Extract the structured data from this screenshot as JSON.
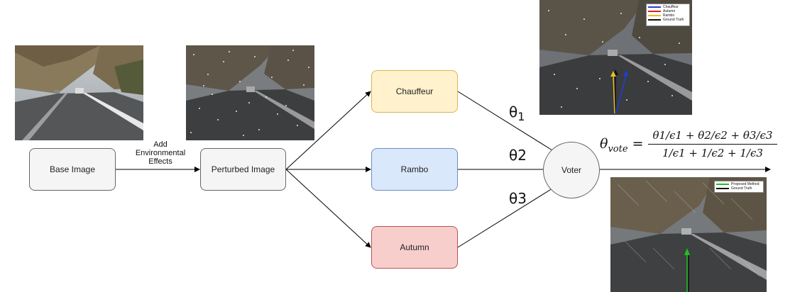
{
  "nodes": {
    "base": "Base Image",
    "perturbed": "Perturbed Image",
    "chauffeur": "Chauffeur",
    "rambo": "Rambo",
    "autumn": "Autumn",
    "voter": "Voter"
  },
  "edge_label": {
    "line1": "Add",
    "line2": "Environmental",
    "line3": "Effects"
  },
  "thetas": {
    "t1": "θ",
    "t1_sub": "1",
    "t2": "θ2",
    "t3": "θ3"
  },
  "formula": {
    "lhs": "θ",
    "lhs_sub": "vote",
    "numerator": "θ1/ϵ1 + θ2/ϵ2 + θ3/ϵ3",
    "denominator": "1/ϵ1 + 1/ϵ2 + 1/ϵ3"
  },
  "legend_top": {
    "items": [
      {
        "label": "Chauffeur",
        "color": "#1f3fd6"
      },
      {
        "label": "Autumn",
        "color": "#d62020"
      },
      {
        "label": "Rambo",
        "color": "#e8c020"
      },
      {
        "label": "Ground Truth",
        "color": "#111111"
      }
    ]
  },
  "legend_bottom": {
    "items": [
      {
        "label": "Proposed Method",
        "color": "#20c020"
      },
      {
        "label": "Ground Truth",
        "color": "#111111"
      }
    ]
  },
  "colors": {
    "chauffeur_fill": "#fff2cc",
    "chauffeur_border": "#d6b656",
    "rambo_fill": "#dae8fc",
    "rambo_border": "#6c8ebf",
    "autumn_fill": "#f8cecc",
    "autumn_border": "#b85450",
    "neutral_fill": "#f5f5f5",
    "neutral_border": "#666666"
  }
}
